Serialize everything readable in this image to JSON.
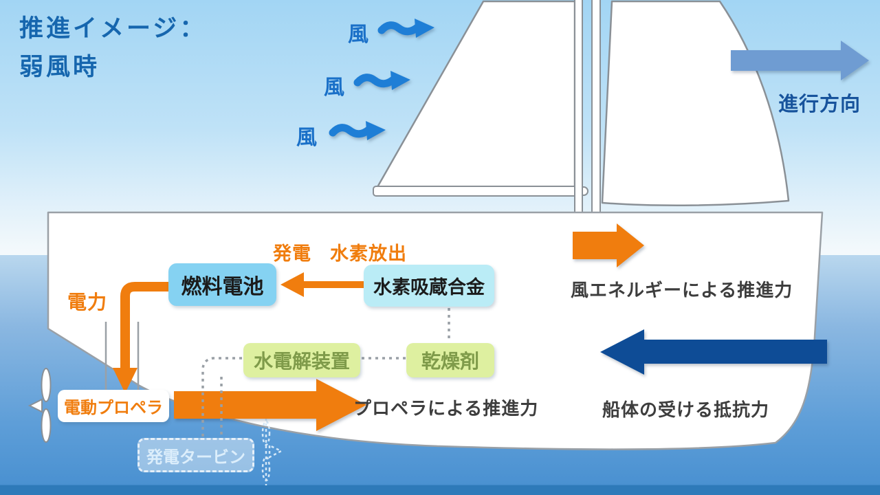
{
  "title": {
    "line1": "推進イメージ：",
    "line2": "弱風時"
  },
  "labels": {
    "wind": "風",
    "direction": "進行方向",
    "generation": "発電",
    "hydrogen_release": "水素放出",
    "electric_power": "電力",
    "wind_thrust": "風エネルギーによる推進力",
    "propeller_thrust": "プロペラによる推進力",
    "hull_resistance": "船体の受ける抵抗力"
  },
  "components": {
    "fuel_cell": "燃料電池",
    "hydrogen_alloy": "水素吸蔵合金",
    "electrolyzer": "水電解装置",
    "desiccant": "乾燥剤",
    "electric_propeller": "電動プロペラ",
    "turbine": "発電タービン"
  },
  "colors": {
    "orange": "#f07d0e",
    "navy": "#0e4c96",
    "windBlue": "#1e7ed6",
    "windText": "#1a70c8",
    "steelBlue": "#6f9cd2",
    "titleBlue": "#1666ae",
    "boxBlue": "#85d2f2",
    "boxCyan": "#baecf6",
    "boxGreen": "#def0a0",
    "greenText": "#7f9b4a"
  }
}
